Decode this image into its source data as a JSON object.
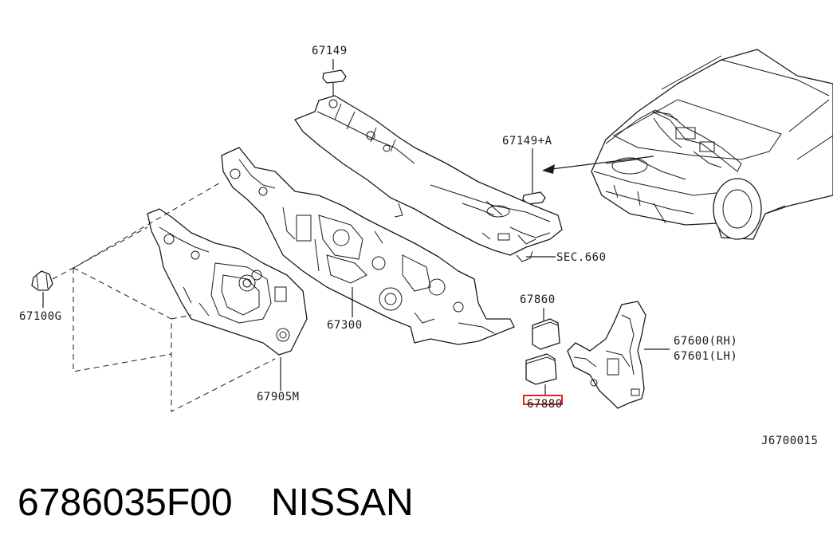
{
  "diagram": {
    "labels": {
      "p67149": "67149",
      "p67149a": "67149+A",
      "sec660": "SEC.660",
      "p67860": "67860",
      "p67600": "67600(RH)",
      "p67601": "67601(LH)",
      "p67100g": "67100G",
      "p67300": "67300",
      "p67905m": "67905M",
      "p67880": "67880",
      "drawing_code": "J6700015"
    },
    "highlight_color": "#e8232a",
    "highlighted_part": "67880"
  },
  "caption": {
    "part_number": "6786035F00",
    "brand": "NISSAN"
  }
}
